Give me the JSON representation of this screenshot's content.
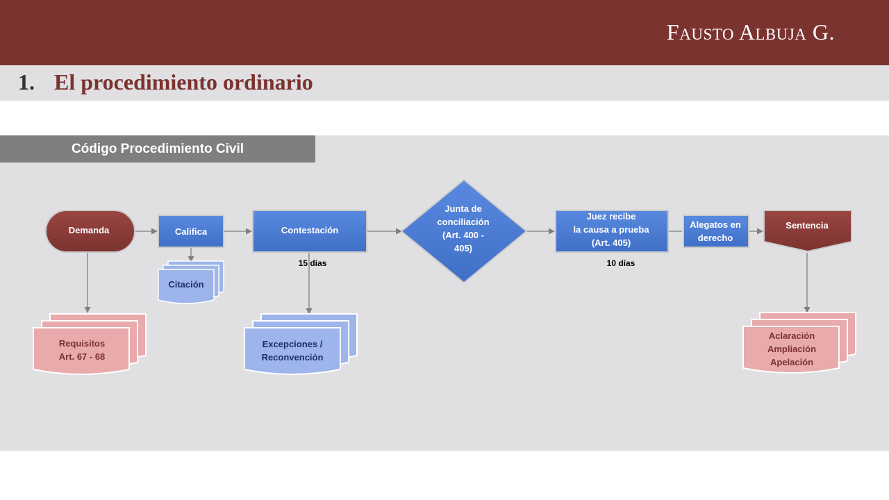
{
  "header": {
    "brand_first_initial": "F",
    "brand_first_rest": "AUSTO",
    "brand_last_initial": "A",
    "brand_last_rest": "LBUJA",
    "brand_suffix": "G."
  },
  "title": {
    "number": "1.",
    "text": "El procedimiento  ordinario"
  },
  "panel": {
    "tab_label": "Código Procedimiento Civil"
  },
  "nodes": {
    "demanda": "Demanda",
    "califica": "Califica",
    "citacion": "Citación",
    "contestacion": "Contestación",
    "junta": [
      "Junta de",
      "conciliación",
      "(Art. 400 -",
      "405)"
    ],
    "juez": [
      "Juez recibe",
      "la causa a prueba",
      "(Art. 405)"
    ],
    "alegatos": [
      "Alegatos en",
      "derecho"
    ],
    "sentencia": "Sentencia",
    "requisitos": [
      "Requisitos",
      "Art. 67 - 68"
    ],
    "excepciones": [
      "Excepciones /",
      "Reconvención"
    ],
    "aclaracion": [
      "Aclaración",
      "Ampliación",
      "Apelación"
    ]
  },
  "timings": {
    "contestacion": "15 días",
    "prueba": "10 días"
  },
  "colors": {
    "maroon": "#7b3330",
    "blue": "#4a7bd3",
    "light_blue": "#9db5ea",
    "pink": "#e8aaaa",
    "gray_panel": "#e0dfe1",
    "gray_tab": "#7f7f7f"
  }
}
